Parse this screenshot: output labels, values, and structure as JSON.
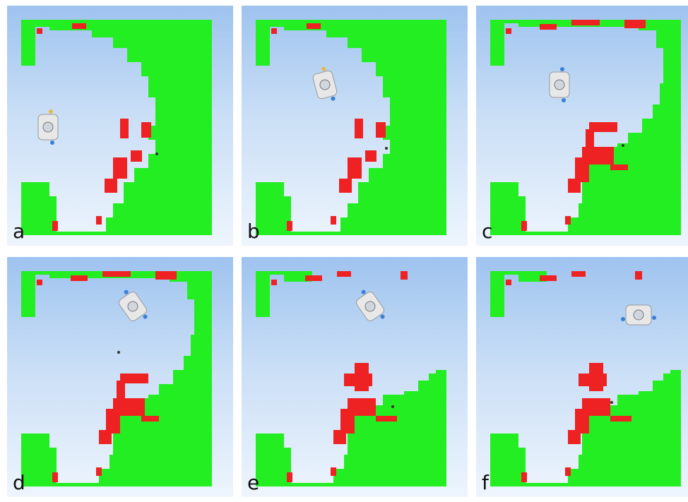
{
  "panels": [
    {
      "label": "a"
    },
    {
      "label": "b"
    },
    {
      "label": "c"
    },
    {
      "label": "d"
    },
    {
      "label": "e"
    },
    {
      "label": "f"
    }
  ],
  "colors": {
    "explored": "#22ee22",
    "frontier": "#ee2222",
    "sky_top": "#9ec3ef",
    "sky_bottom": "#eef5fd"
  },
  "icons": {
    "robot": "rover-robot-icon",
    "target": "target-marker-icon"
  }
}
